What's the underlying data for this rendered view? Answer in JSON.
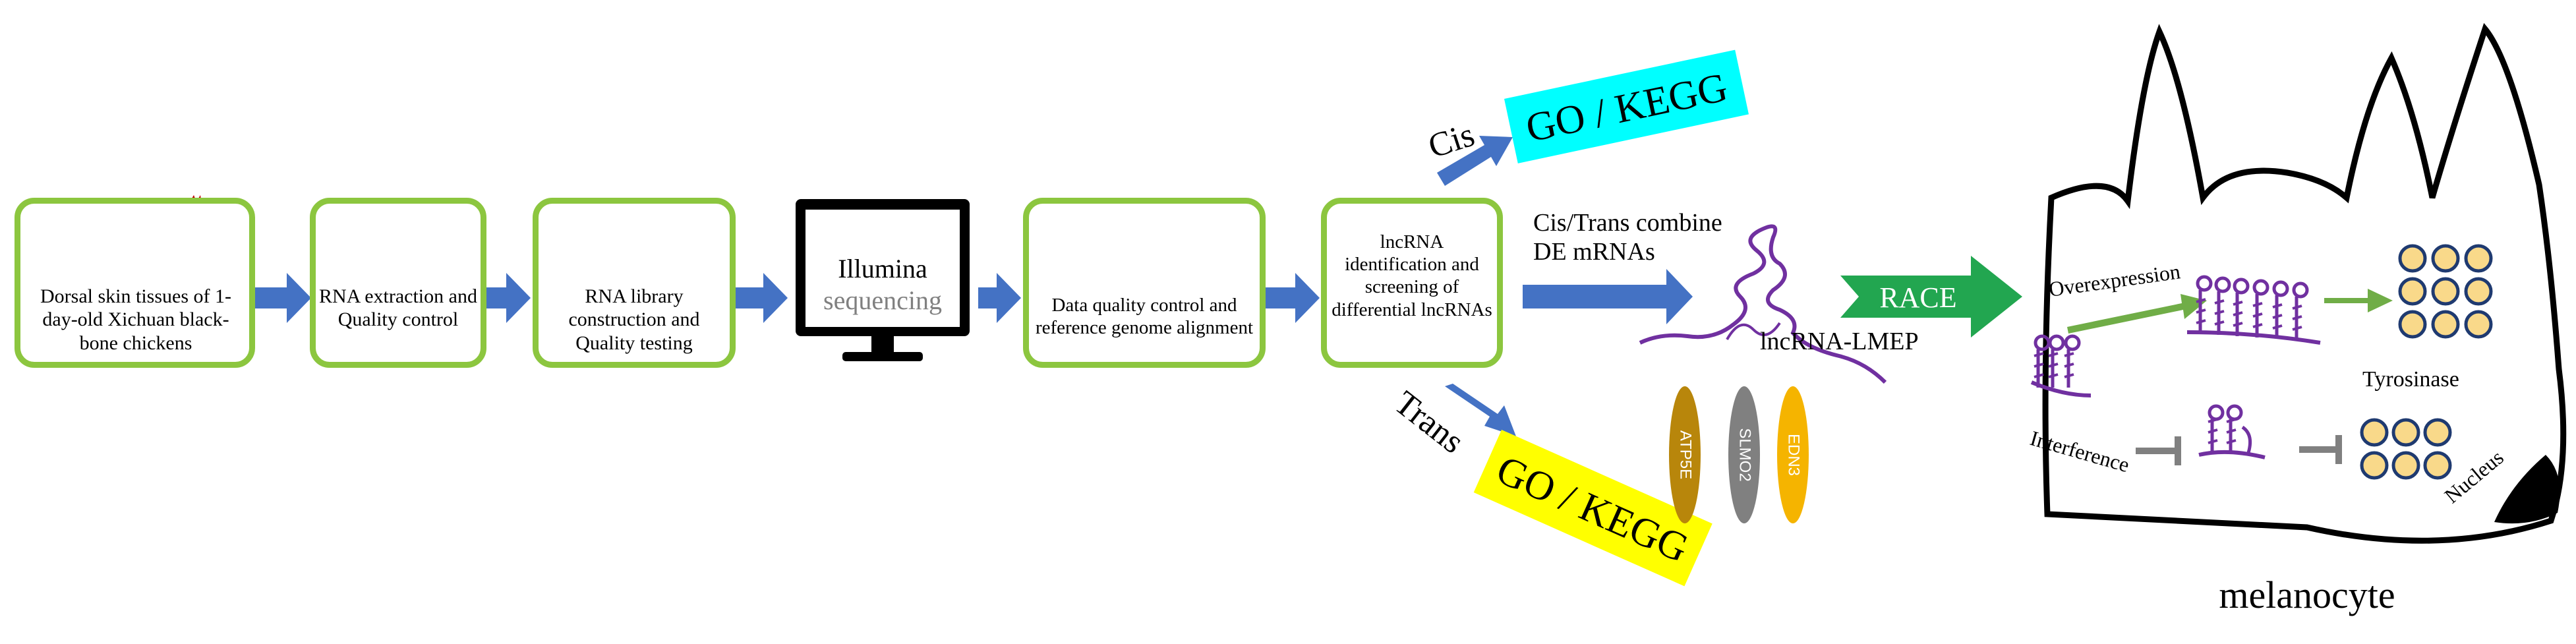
{
  "colors": {
    "box_border": "#8CC63F",
    "flow_arrow": "#4472C4",
    "race_arrow": "#22A650",
    "lncrna": "#7030A0",
    "go_kegg_cis_bg": "#00FFFF",
    "go_kegg_trans_bg": "#FFFF00",
    "atp5e": "#B8860B",
    "slmo2": "#808080",
    "edn3": "#F5B400",
    "tyrosinase_fill": "#F9D98A",
    "tyrosinase_stroke": "#1F3A70",
    "inhibit_line": "#808080",
    "overexpression_arrow": "#70AD47"
  },
  "steps": {
    "step1_text": "Dorsal skin tissues of 1-day-old Xichuan black-bone chickens",
    "step2_text": "RNA extraction and Quality control",
    "step3_text": "RNA library construction and Quality testing",
    "step4_title": "Illumina",
    "step4_sub": "sequencing",
    "step5_text": "Data quality control and reference genome alignment",
    "step6_text": "lncRNA identification and screening of differential lncRNAs"
  },
  "branches": {
    "cis_label": "Cis",
    "trans_label": "Trans",
    "go_kegg_label": "GO / KEGG",
    "combine_label": "Cis/Trans combine DE mRNAs",
    "lncrna_label": "lncRNA-LMEP",
    "race_label": "RACE"
  },
  "genes": [
    "ATP5E",
    "SLMO2",
    "EDN3"
  ],
  "cell": {
    "overexpression_label": "Overexpression",
    "interference_label": "Interference",
    "tyrosinase_label": "Tyrosinase",
    "nucleus_label": "Nucleus",
    "melanocyte_label": "melanocyte"
  }
}
